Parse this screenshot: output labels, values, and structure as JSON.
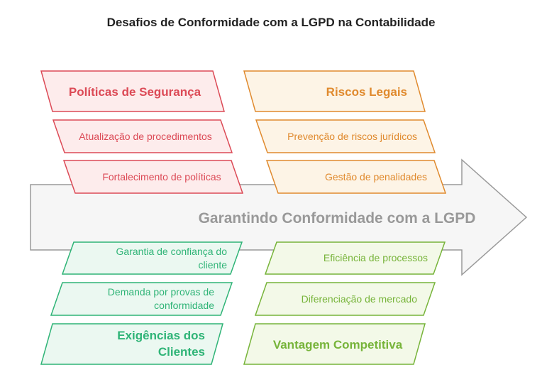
{
  "title": "Desafios de Conformidade com a LGPD na Contabilidade",
  "spine": "Garantindo Conformidade com a LGPD",
  "colors": {
    "red": "#dc4a56",
    "red_fill": "#fdecec",
    "orange": "#e08a2e",
    "orange_fill": "#fdf4e6",
    "green": "#2fb477",
    "green_fill": "#ebf8f1",
    "lime": "#77b43a",
    "lime_fill": "#f3f9e8",
    "spine_fill": "#f6f6f6",
    "spine_stroke": "#9a9a9a"
  },
  "top_left": {
    "heading": "Políticas de Segurança",
    "items": [
      "Atualização de procedimentos",
      "Fortalecimento de políticas"
    ]
  },
  "top_right": {
    "heading": "Riscos Legais",
    "items": [
      "Prevenção de riscos jurídicos",
      "Gestão de penalidades"
    ]
  },
  "bottom_left": {
    "heading_line1": "Exigências dos",
    "heading_line2": "Clientes",
    "items": [
      {
        "line1": "Garantia de confiança do",
        "line2": "cliente"
      },
      {
        "line1": "Demanda por provas de",
        "line2": "conformidade"
      }
    ]
  },
  "bottom_right": {
    "heading": "Vantagem Competitiva",
    "items": [
      "Eficiência de processos",
      "Diferenciação de mercado"
    ]
  }
}
